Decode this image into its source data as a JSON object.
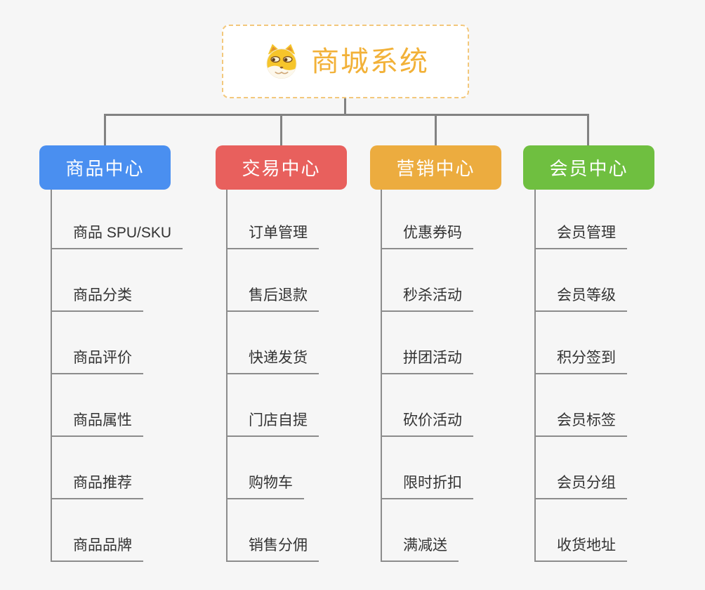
{
  "root": {
    "title": "商城系统",
    "icon": "doge-face-icon"
  },
  "branches": [
    {
      "label": "商品中心",
      "color": "#4a8ff0",
      "items": [
        "商品 SPU/SKU",
        "商品分类",
        "商品评价",
        "商品属性",
        "商品推荐",
        "商品品牌"
      ]
    },
    {
      "label": "交易中心",
      "color": "#e8605d",
      "items": [
        "订单管理",
        "售后退款",
        "快递发货",
        "门店自提",
        "购物车",
        "销售分佣"
      ]
    },
    {
      "label": "营销中心",
      "color": "#ecac3f",
      "items": [
        "优惠券码",
        "秒杀活动",
        "拼团活动",
        "砍价活动",
        "限时折扣",
        "满减送"
      ]
    },
    {
      "label": "会员中心",
      "color": "#6fbf40",
      "items": [
        "会员管理",
        "会员等级",
        "积分签到",
        "会员标签",
        "会员分组",
        "收货地址"
      ]
    }
  ],
  "colors": {
    "background": "#f6f6f6",
    "connector": "#828282",
    "leaf_line": "#8c8c8c",
    "leaf_text": "#333333",
    "root_text": "#f2b138",
    "root_border": "#f3c87c",
    "branch_text": "#ffffff"
  }
}
